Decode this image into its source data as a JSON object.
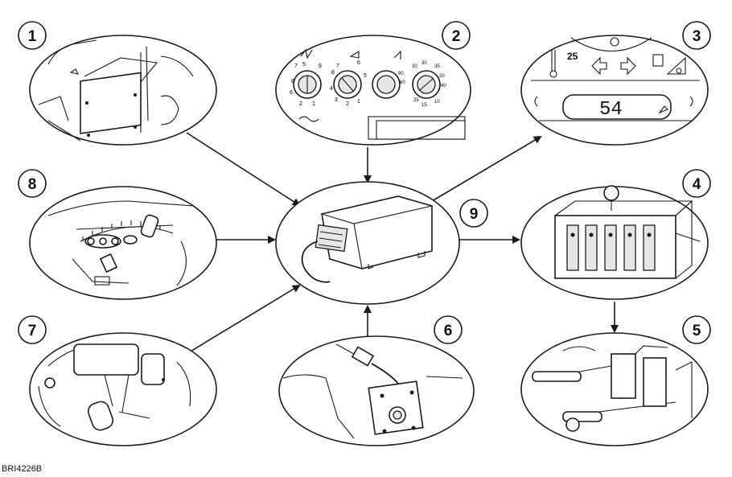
{
  "callouts": [
    "1",
    "2",
    "3",
    "4",
    "5",
    "6",
    "7",
    "8",
    "9"
  ],
  "display_readout": "54",
  "dial_scale_1": [
    "8",
    "2",
    "1",
    "7",
    "9",
    "6",
    "5"
  ],
  "dial_scale_2": [
    "8",
    "7",
    "6",
    "5",
    "4",
    "3",
    "2",
    "1"
  ],
  "dial_scale_3": [
    "90",
    "30",
    "60",
    "20",
    "25",
    "40",
    "35",
    "15",
    "10",
    "30"
  ],
  "gauge_label": "25",
  "reference_code": "BRI4226B"
}
